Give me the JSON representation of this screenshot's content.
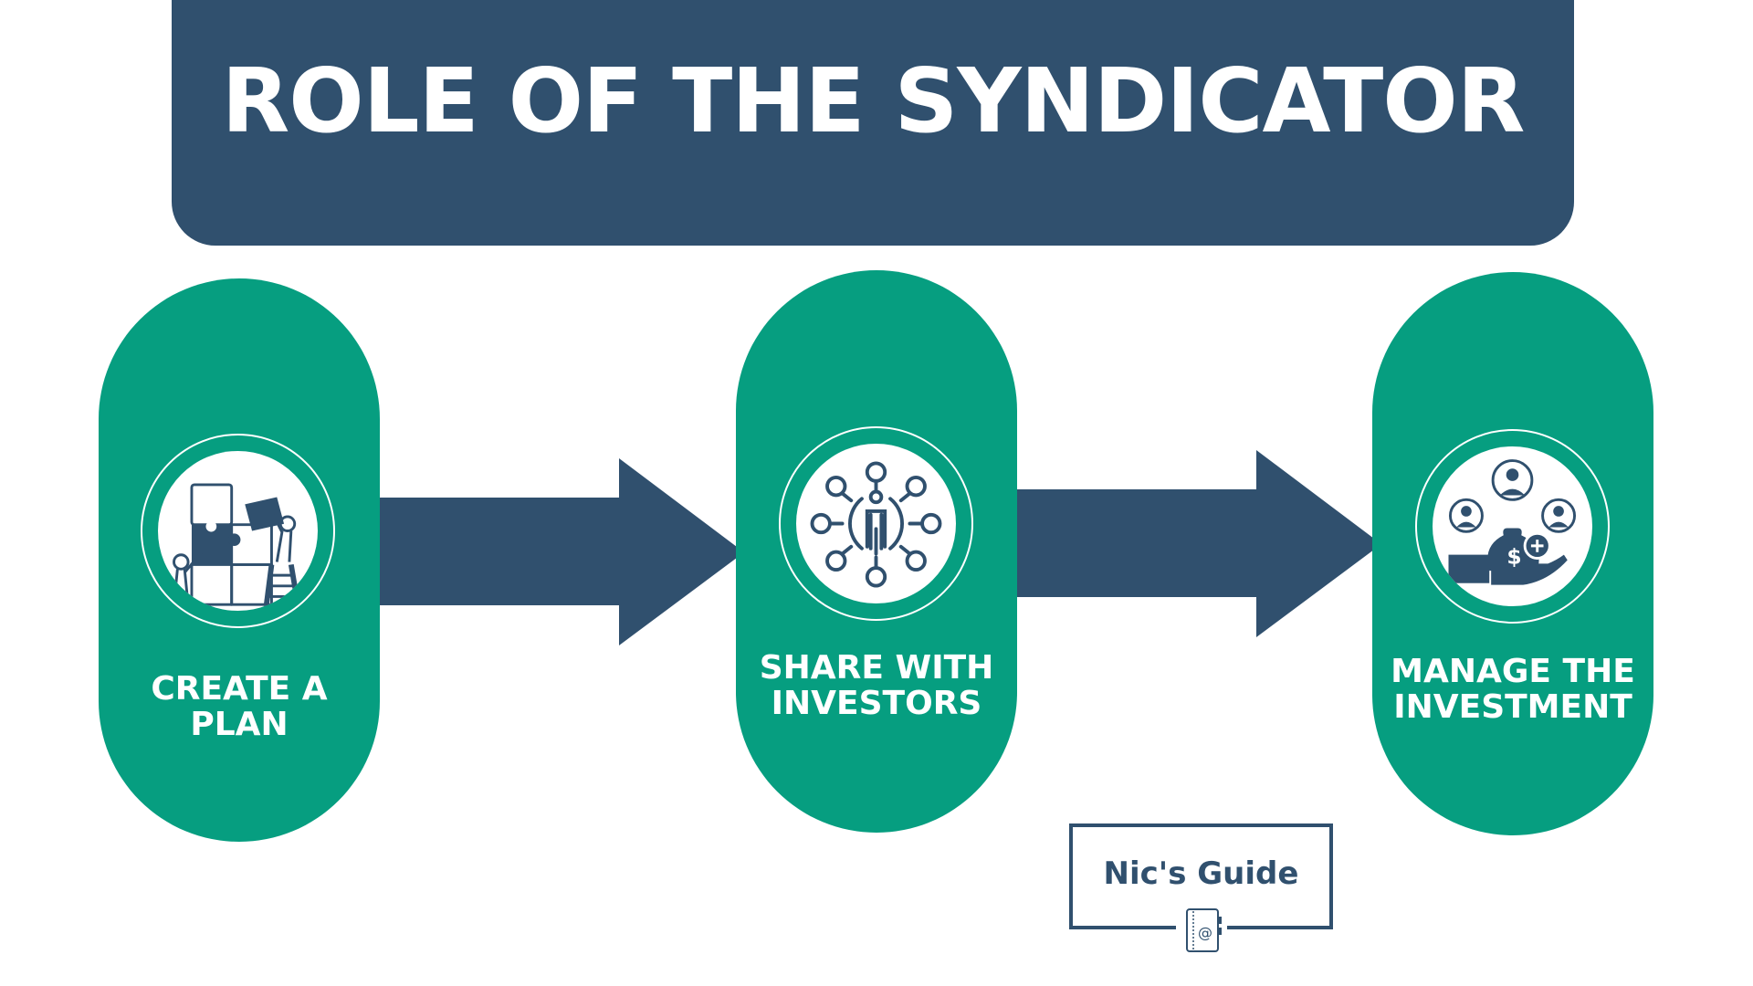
{
  "header": {
    "title": "ROLE OF THE SYNDICATOR"
  },
  "colors": {
    "navy": "#30506E",
    "green": "#069E80",
    "white": "#FFFFFF"
  },
  "steps": [
    {
      "label_line1": "CREATE A",
      "label_line2": "PLAN",
      "icon": "puzzle-team-icon"
    },
    {
      "label_line1": "SHARE WITH",
      "label_line2": "INVESTORS",
      "icon": "network-person-icon"
    },
    {
      "label_line1": "MANAGE THE",
      "label_line2": "INVESTMENT",
      "icon": "investors-money-icon"
    }
  ],
  "arrows": [
    {
      "from": "CREATE A PLAN",
      "to": "SHARE WITH INVESTORS"
    },
    {
      "from": "SHARE WITH INVESTORS",
      "to": "MANAGE THE INVESTMENT"
    }
  ],
  "brand": {
    "name": "Nic's Guide",
    "icon": "notebook-icon"
  }
}
